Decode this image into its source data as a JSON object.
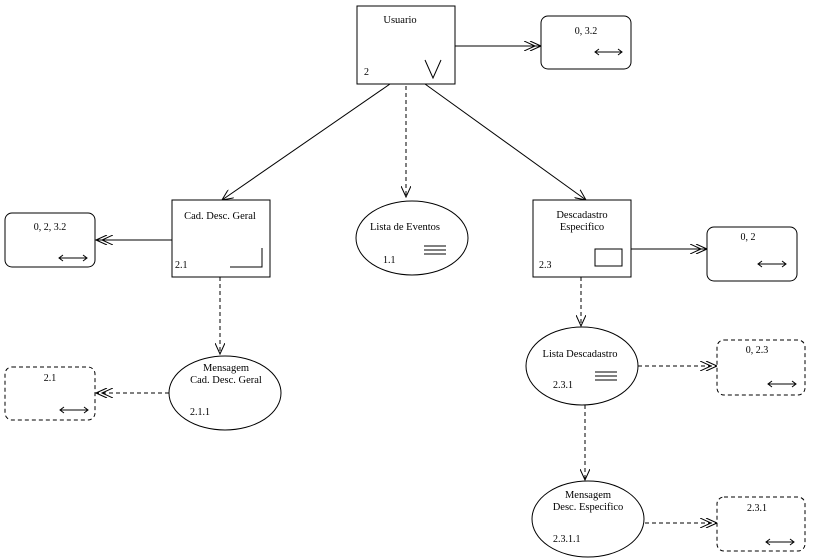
{
  "nodes": {
    "usuario": {
      "title": "Usuario",
      "number": "2"
    },
    "cad_desc_geral": {
      "title": "Cad. Desc. Geral",
      "number": "2.1"
    },
    "lista_eventos": {
      "title": "Lista de Eventos",
      "number": "1.1"
    },
    "descadastro_especifico": {
      "title_line1": "Descadastro",
      "title_line2": "Especifico",
      "number": "2.3"
    },
    "mensagem_cad": {
      "title_line1": "Mensagem",
      "title_line2": "Cad. Desc. Geral",
      "number": "2.1.1"
    },
    "lista_descadastro": {
      "title": "Lista Descadastro",
      "number": "2.3.1"
    },
    "mensagem_desc": {
      "title_line1": "Mensagem",
      "title_line2": "Desc. Especifico",
      "number": "2.3.1.1"
    }
  },
  "links": {
    "link_usuario": {
      "label": "0, 3.2"
    },
    "link_cad": {
      "label": "0, 2, 3.2"
    },
    "link_desc": {
      "label": "0, 2"
    },
    "link_mensagem_cad": {
      "label": "2.1"
    },
    "link_lista_desc": {
      "label": "0, 2.3"
    },
    "link_mensagem_desc": {
      "label": "2.3.1"
    }
  }
}
